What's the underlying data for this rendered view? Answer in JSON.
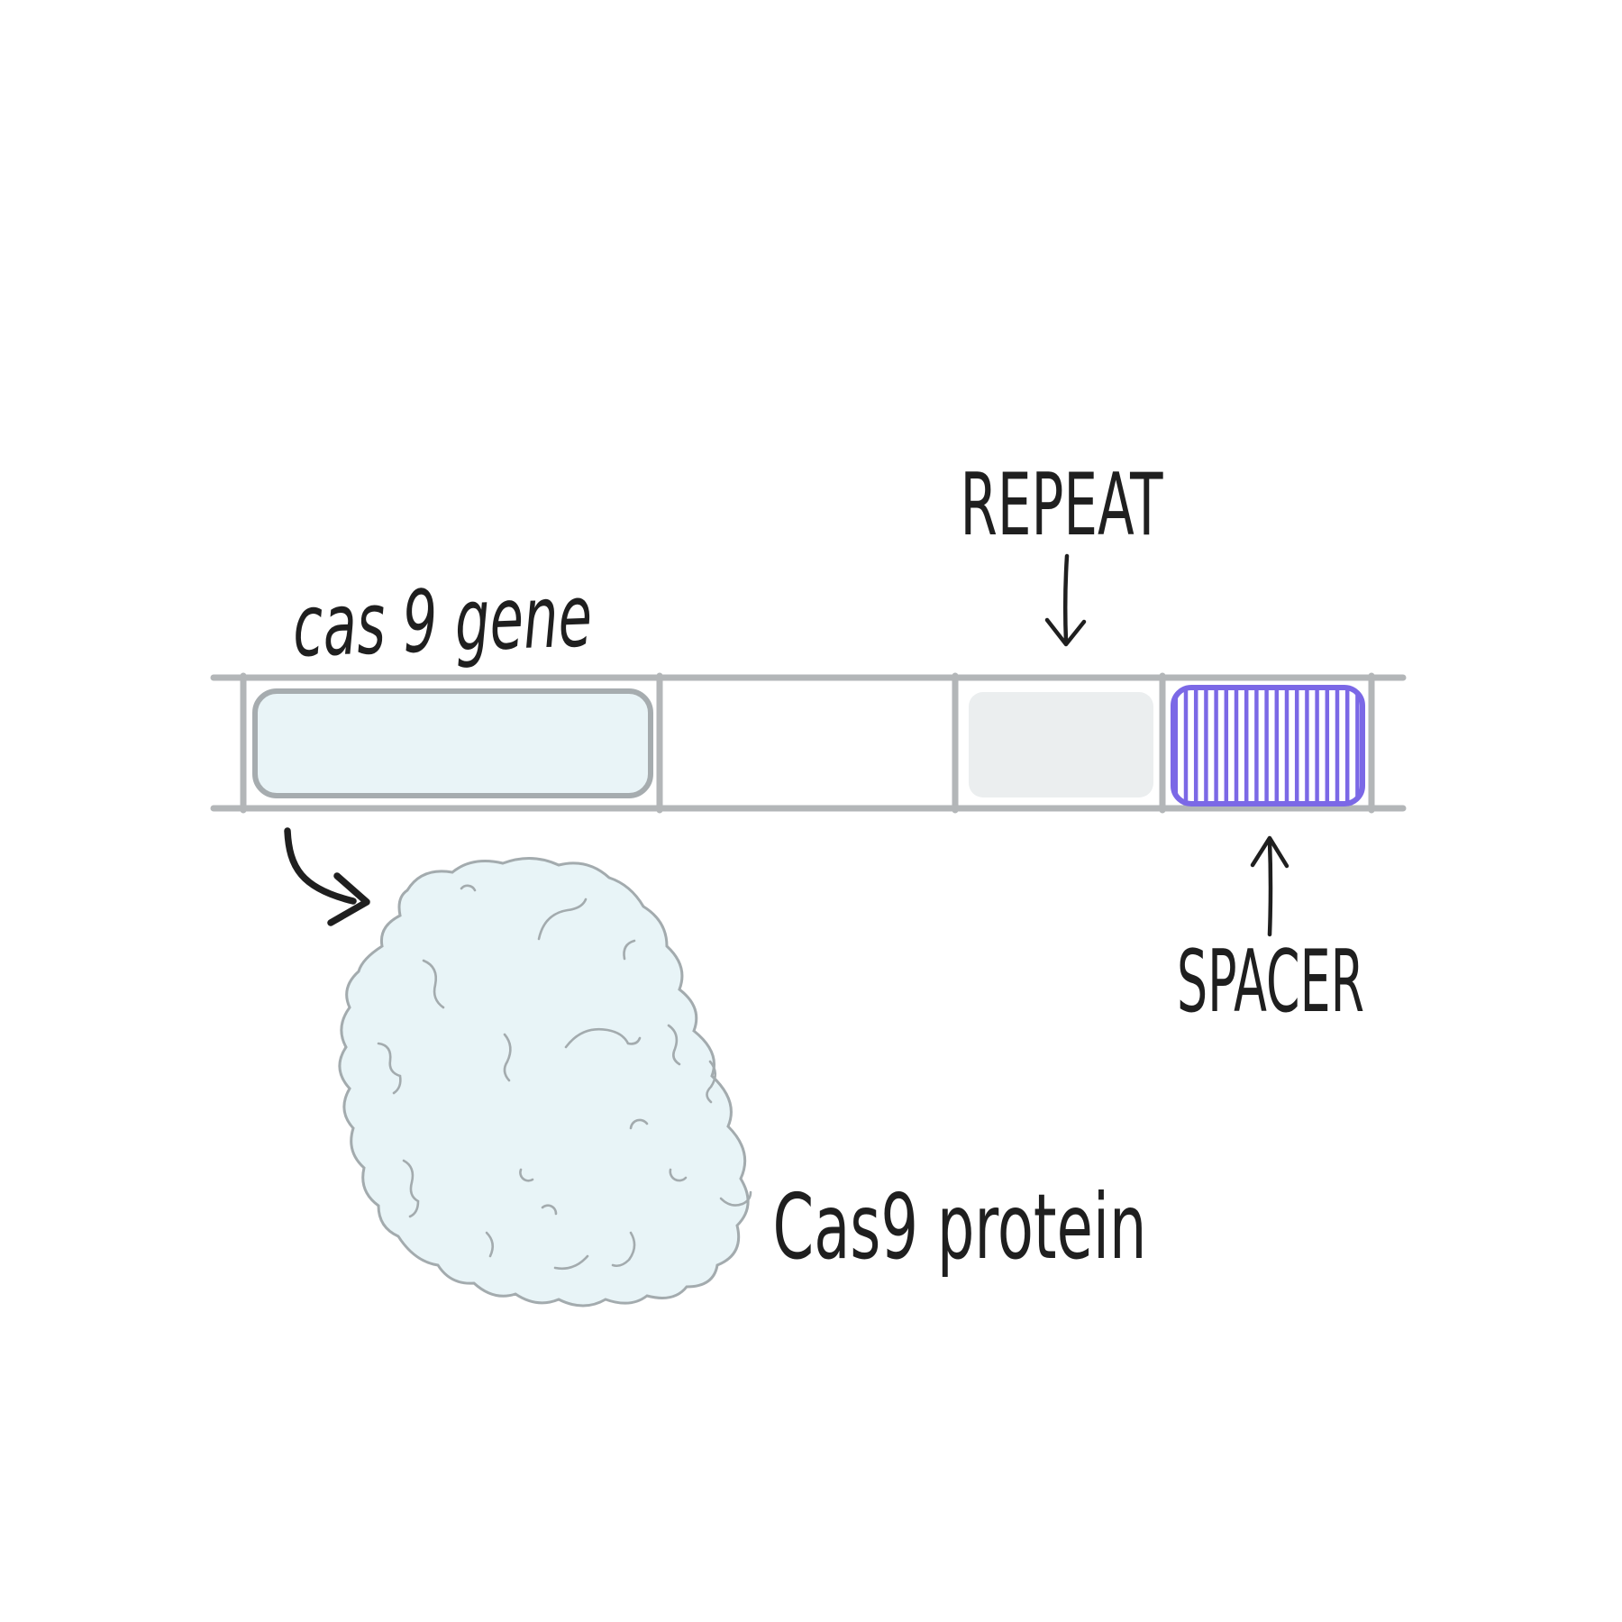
{
  "diagram": {
    "title_none": "",
    "labels": {
      "cas9_gene": "cas 9 gene",
      "repeat": "REPEAT",
      "spacer": "SPACER",
      "cas9_protein": "Cas9 protein"
    },
    "icons": {
      "repeat_pointer": "down-arrow-icon",
      "spacer_pointer": "up-arrow-icon",
      "gene_to_protein_pointer": "curved-right-arrow-icon"
    },
    "colors": {
      "background": "#ffffff",
      "line_gray": "#b3b6b8",
      "box_stroke_gray": "#a6acaf",
      "gene_fill": "#e9f4f7",
      "repeat_fill": "#ebeeef",
      "spacer_purple": "#7b68e6",
      "blob_fill": "#e8f4f7",
      "blob_stroke": "#a3abae",
      "ink": "#1f1f1f"
    }
  }
}
